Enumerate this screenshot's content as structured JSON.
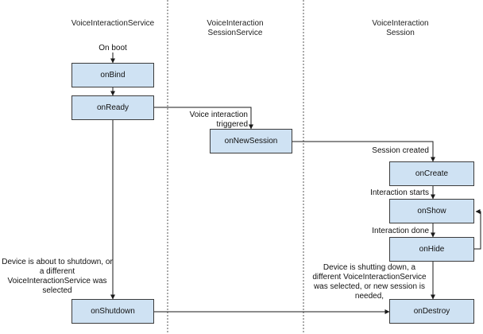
{
  "columns": {
    "service": "VoiceInteractionService",
    "session_service": "VoiceInteraction\nSessionService",
    "session": "VoiceInteraction\nSession"
  },
  "nodes": {
    "on_bind": "onBind",
    "on_ready": "onReady",
    "on_new_session": "onNewSession",
    "on_create": "onCreate",
    "on_show": "onShow",
    "on_hide": "onHide",
    "on_shutdown": "onShutdown",
    "on_destroy": "onDestroy"
  },
  "labels": {
    "on_boot": "On boot",
    "voice_triggered": "Voice interaction\ntriggered",
    "session_created": "Session created",
    "interaction_starts": "Interaction starts",
    "interaction_done": "Interaction done",
    "shutdown_reason": "Device is about to shutdown, or\na different\nVoiceInteractionService was\nselected",
    "destroy_reason": "Device is shutting down, a\ndifferent VoiceInteractionService\nwas selected, or new session is\nneeded,"
  },
  "colors": {
    "box_fill": "#cfe2f3",
    "box_border": "#3c3c3c",
    "line": "#1a1a1a",
    "divider": "#555555"
  }
}
